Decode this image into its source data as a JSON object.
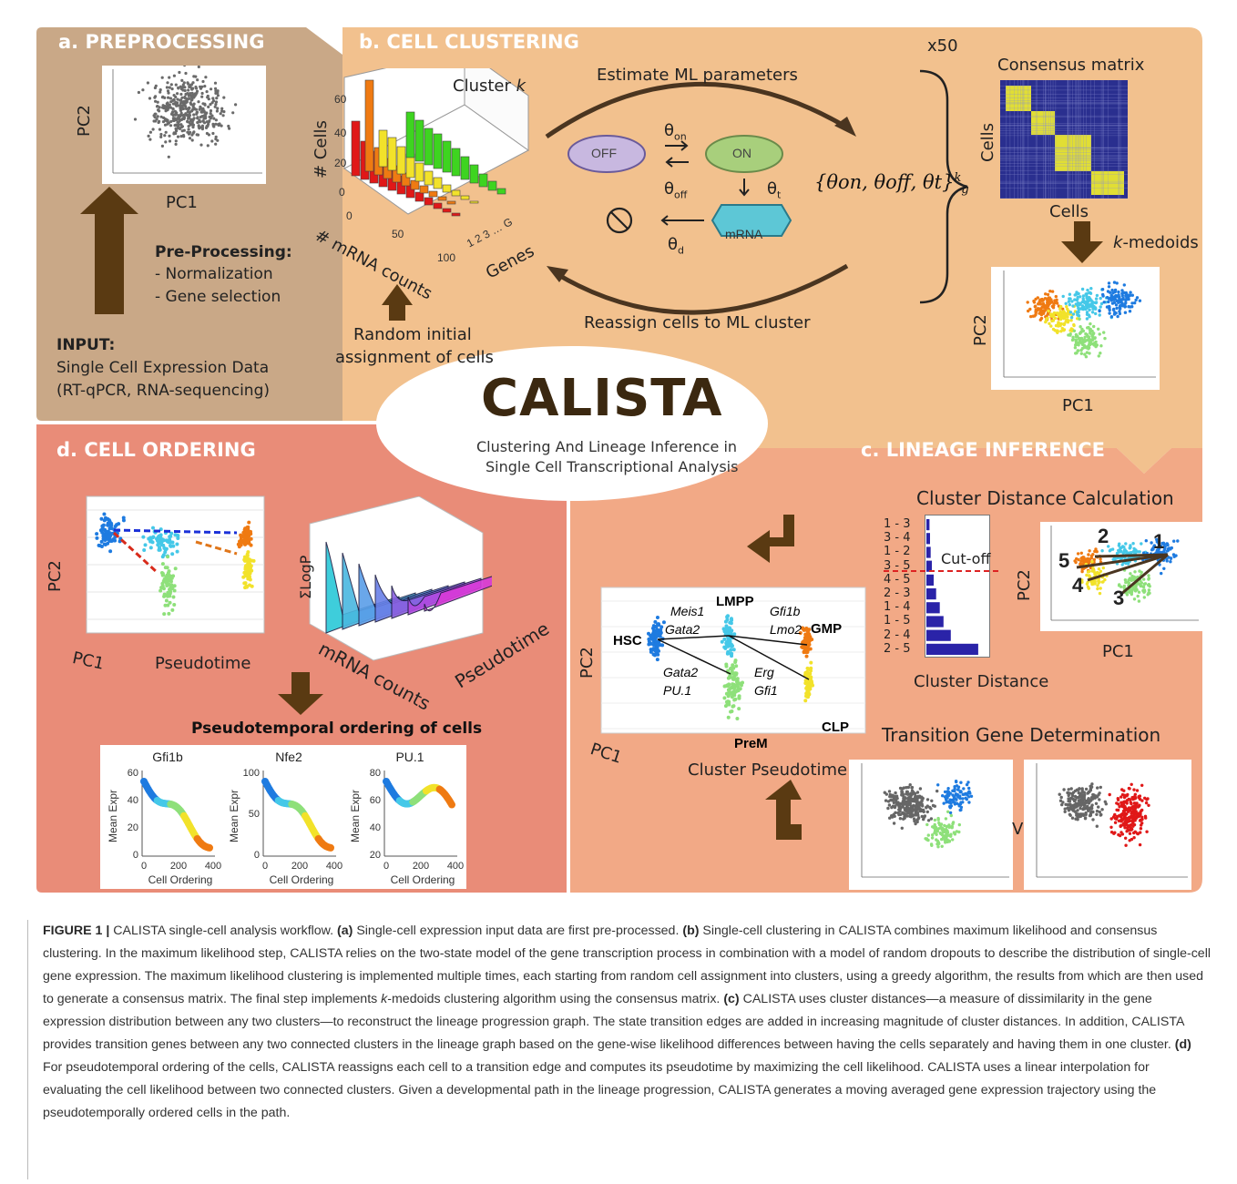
{
  "sections": {
    "a": {
      "title": "a. PREPROCESSING",
      "plot_xlabel": "PC1",
      "plot_ylabel": "PC2",
      "preprocessing_heading": "Pre-Processing:",
      "preprocessing_items": [
        "- Normalization",
        "- Gene selection"
      ],
      "input_heading": "INPUT:",
      "input_lines": [
        "Single Cell Expression Data",
        "(RT-qPCR, RNA-sequencing)"
      ]
    },
    "b": {
      "title": "b. CELL CLUSTERING",
      "hist_title_prefix": "Cluster ",
      "hist_title_var": "k",
      "hist_ylabel": "# Cells",
      "hist_yticks": [
        "60",
        "40",
        "20",
        "0"
      ],
      "hist_mrna_label": "# mRNA counts",
      "hist_mrna_ticks": [
        "0",
        "50",
        "100"
      ],
      "hist_genes_ticks": "1 2 3 … G",
      "hist_genes_label": "Genes",
      "estimate_label": "Estimate ML parameters",
      "reassign_label": "Reassign cells to ML cluster",
      "random_label": [
        "Random initial",
        "assignment of cells"
      ],
      "off_label": "OFF",
      "on_label": "ON",
      "mrna_label": "mRNA",
      "theta_on": "θ",
      "theta_on_sub": "on",
      "theta_off": "θ",
      "theta_off_sub": "off",
      "theta_t": "θ",
      "theta_t_sub": "t",
      "theta_d": "θ",
      "theta_d_sub": "d",
      "param_set": "{θon, θoff, θt}",
      "param_sup": "k",
      "param_sub": "g",
      "x50": "x50",
      "consensus_title": "Consensus matrix",
      "consensus_ylabel": "Cells",
      "consensus_xlabel": "Cells",
      "kmedoids_k": "k",
      "kmedoids_label": "-medoids",
      "cluster_plot_xlabel": "PC1",
      "cluster_plot_ylabel": "PC2"
    },
    "center": {
      "title": "CALISTA",
      "subtitle": [
        "Clustering And Lineage Inference in",
        "Single Cell Transcriptional Analysis"
      ]
    },
    "c": {
      "title": "c. LINEAGE INFERENCE",
      "distance_title": "Cluster Distance Calculation",
      "distance_rows": [
        "1 - 3",
        "3 - 4",
        "1 - 2",
        "3 - 5",
        "4 - 5",
        "2 - 3",
        "1 - 4",
        "1 - 5",
        "2 - 4",
        "2 - 5"
      ],
      "distance_values": [
        0.05,
        0.06,
        0.07,
        0.09,
        0.12,
        0.16,
        0.22,
        0.28,
        0.4,
        0.85
      ],
      "cutoff_label": "Cut-off",
      "distance_xlabel": "Cluster Distance",
      "graph_plot_xlabel": "PC1",
      "graph_plot_ylabel": "PC2",
      "graph_nodes": [
        "1",
        "2",
        "3",
        "4",
        "5"
      ],
      "lineage_ylabel": "PC2",
      "lineage_xlabel": "PC1",
      "lineage_pseudotime_label": "Cluster Pseudotime",
      "lineage_nodes": [
        "HSC",
        "LMPP",
        "GMP",
        "PreM",
        "CLP"
      ],
      "lineage_genes": {
        "meis1": "Meis1",
        "gata2a": "Gata2",
        "gfi1b": "Gfi1b",
        "lmo2": "Lmo2",
        "gata2b": "Gata2",
        "pu1": "PU.1",
        "erg": "Erg",
        "gfi1": "Gfi1"
      },
      "transition_title": "Transition Gene Determination",
      "vs_label": "VS"
    },
    "d": {
      "title": "d. CELL ORDERING",
      "plot3d_ylabel": "PC2",
      "plot3d_xlabel": "PC1",
      "plot3d_pseudotime": "Pseudotime",
      "surface_ylabel": "ΣLogP",
      "surface_xlabel": "mRNA counts",
      "surface_zlabel": "Pseudotime",
      "ordering_title": "Pseudotemporal ordering of cells",
      "genes": [
        {
          "name": "Gfi1b",
          "yticks": [
            "60",
            "40",
            "20",
            "0"
          ]
        },
        {
          "name": "Nfe2",
          "yticks": [
            "100",
            "50",
            "0"
          ]
        },
        {
          "name": "PU.1",
          "yticks": [
            "80",
            "60",
            "40",
            "20"
          ]
        }
      ],
      "mini_ylabel": "Mean Expr",
      "mini_xlabel": "Cell Ordering",
      "mini_xticks": [
        "0",
        "200",
        "400"
      ]
    }
  },
  "caption": {
    "label": "FIGURE 1 |",
    "title": " CALISTA single-cell analysis workflow. ",
    "a_tag": "(a)",
    "a_text": " Single-cell expression input data are first pre-processed. ",
    "b_tag": "(b)",
    "b_text1": " Single-cell clustering in CALISTA combines maximum likelihood and consensus clustering. In the maximum likelihood step, CALISTA relies on the two-state model of the gene transcription process in combination with a model of random dropouts to describe the distribution of single-cell gene expression. The maximum likelihood clustering is implemented multiple times, each starting from random cell assignment into clusters, using a greedy algorithm, the results from which are then used to generate a consensus matrix. The final step implements ",
    "b_k": "k",
    "b_text2": "-medoids clustering algorithm using the consensus matrix. ",
    "c_tag": "(c)",
    "c_text": " CALISTA uses cluster distances—a measure of dissimilarity in the gene expression distribution between any two clusters—to reconstruct the lineage progression graph. The state transition edges are added in increasing magnitude of cluster distances. In addition, CALISTA provides transition genes between any two connected clusters in the lineage graph based on the gene-wise likelihood differences between having the cells separately and having them in one cluster. ",
    "d_tag": "(d)",
    "d_text": " For pseudotemporal ordering of the cells, CALISTA reassigns each cell to a transition edge and computes its pseudotime by maximizing the cell likelihood. CALISTA uses a linear interpolation for evaluating the cell likelihood between two connected clusters. Given a developmental path in the lineage progression, CALISTA generates a moving averaged gene expression trajectory using the pseudotemporally ordered cells in the path."
  },
  "colors": {
    "panel_a": "#c9a887",
    "panel_b": "#f2c18e",
    "panel_c": "#f2a986",
    "panel_d": "#e98c78",
    "arrow_brown": "#5a3a12",
    "consensus_bg": "#2a2f8f",
    "consensus_hi": "#f5f22a"
  }
}
